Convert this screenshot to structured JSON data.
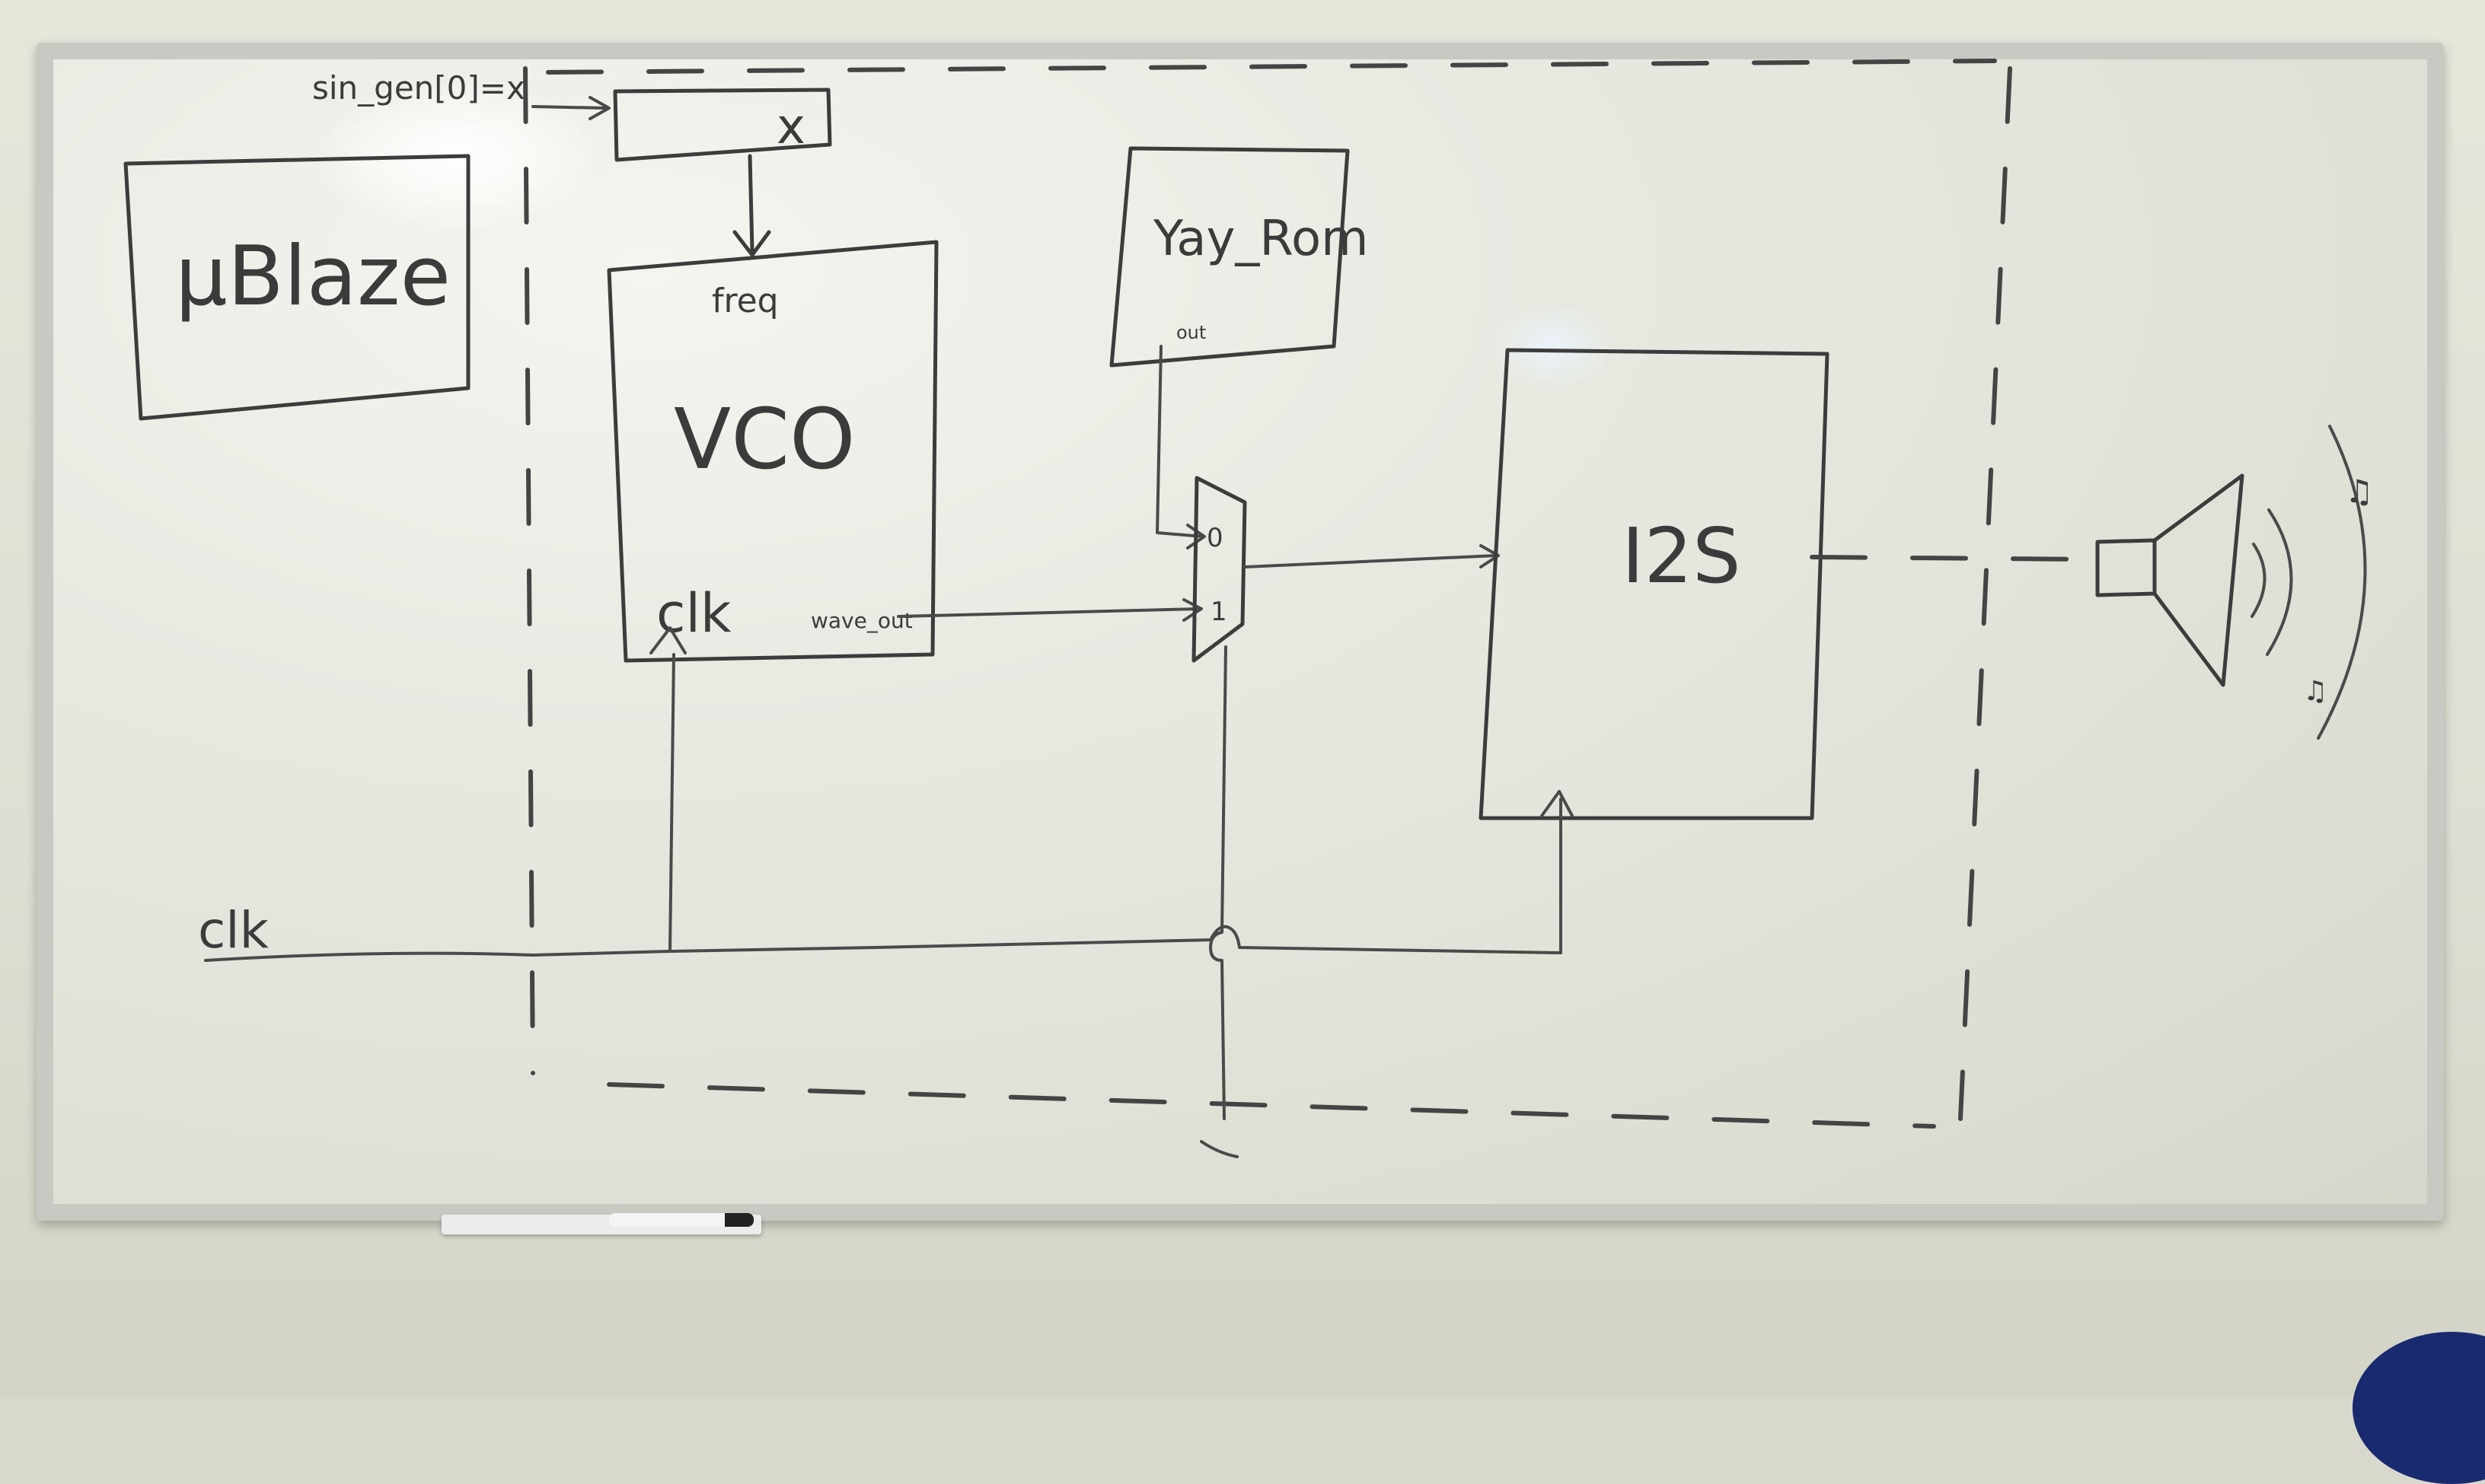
{
  "board": {
    "ublaze_label": "μBlaze",
    "signal_label": "sin_gen[0]=x",
    "reg_label": "x",
    "vco": {
      "title": "VCO",
      "freq_label": "freq",
      "clk_label": "clk",
      "out_label": "wave_out"
    },
    "rom": {
      "title": "Yay_Rom",
      "out_label": "out"
    },
    "mux": {
      "in0_label": "0",
      "in1_label": "1"
    },
    "i2s_label": "I2S",
    "clk_label": "clk",
    "notes": [
      "♫",
      "♫"
    ]
  }
}
